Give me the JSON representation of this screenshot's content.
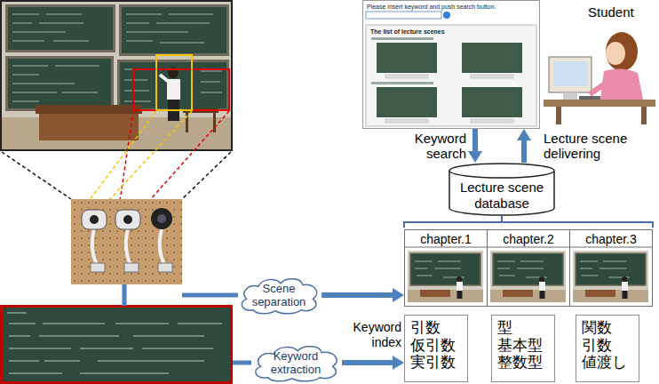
{
  "diagram": {
    "nodes": [
      {
        "text": [
          "Please insert keyword and push search button.",
          "The list of lecture scenes"
        ]
      },
      {
        "text": [
          "Lecture scene database"
        ]
      },
      {
        "text": [
          "Scene separation"
        ]
      },
      {
        "text": [
          "chapter.1"
        ]
      },
      {
        "text": [
          "chapter.2"
        ]
      },
      {
        "text": [
          "chapter.3"
        ]
      },
      {
        "text": [
          "Keyword extraction"
        ]
      },
      {
        "text": [
          "引数 仮引数 実引数"
        ]
      },
      {
        "text": [
          "型 基本型 整数型"
        ]
      },
      {
        "text": [
          "関数 引数 値渡し"
        ]
      }
    ],
    "edges": [
      {
        "from": 0,
        "to": 1,
        "arrow": "to",
        "label": "Keyword search"
      },
      {
        "from": 1,
        "to": 0,
        "arrow": "to",
        "label": "Lecture scene delivering"
      },
      {
        "from": 2,
        "to": 3,
        "arrow": "to"
      },
      {
        "from": 6,
        "to": 7,
        "arrow": "to",
        "label": "Keyword index"
      }
    ],
    "labels": [
      "Student"
    ]
  }
}
